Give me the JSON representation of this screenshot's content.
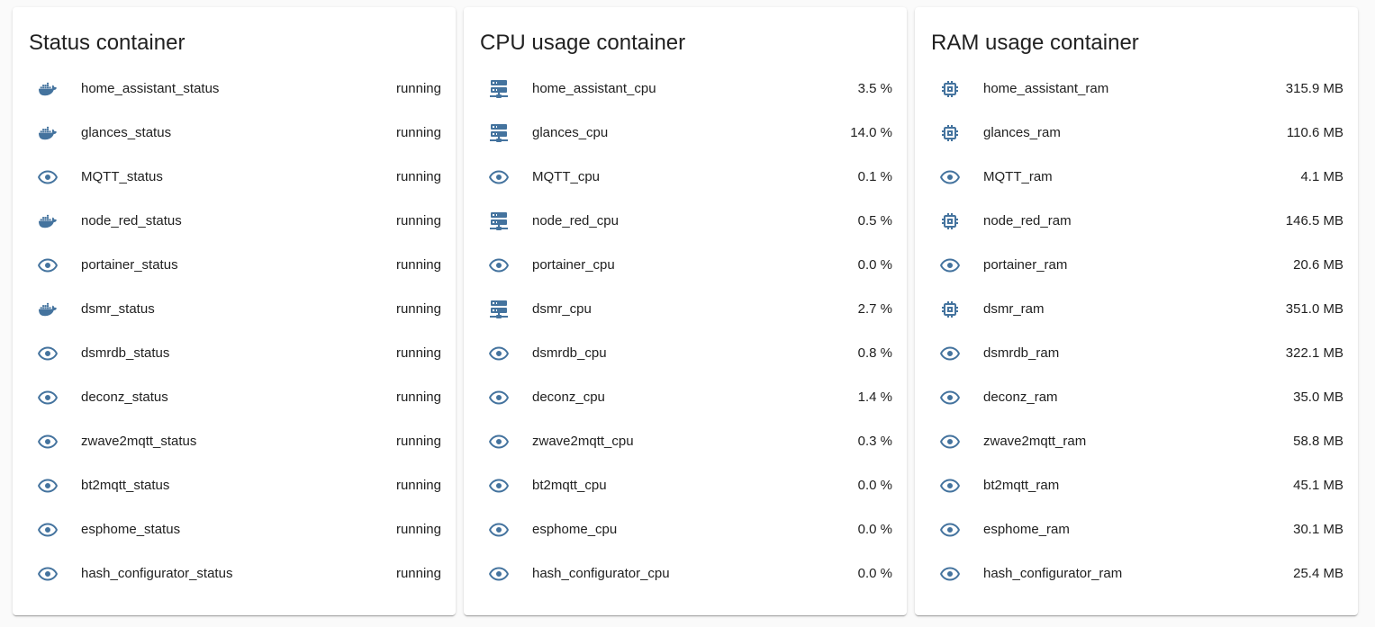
{
  "theme": {
    "page_background": "#fafafa",
    "card_background": "#ffffff",
    "icon_color": "#44739e",
    "text_color": "#212121"
  },
  "cards": [
    {
      "title": "Status container",
      "rows": [
        {
          "icon": "docker-icon",
          "name": "home_assistant_status",
          "value": "running"
        },
        {
          "icon": "docker-icon",
          "name": "glances_status",
          "value": "running"
        },
        {
          "icon": "eye-icon",
          "name": "MQTT_status",
          "value": "running"
        },
        {
          "icon": "docker-icon",
          "name": "node_red_status",
          "value": "running"
        },
        {
          "icon": "eye-icon",
          "name": "portainer_status",
          "value": "running"
        },
        {
          "icon": "docker-icon",
          "name": "dsmr_status",
          "value": "running"
        },
        {
          "icon": "eye-icon",
          "name": "dsmrdb_status",
          "value": "running"
        },
        {
          "icon": "eye-icon",
          "name": "deconz_status",
          "value": "running"
        },
        {
          "icon": "eye-icon",
          "name": "zwave2mqtt_status",
          "value": "running"
        },
        {
          "icon": "eye-icon",
          "name": "bt2mqtt_status",
          "value": "running"
        },
        {
          "icon": "eye-icon",
          "name": "esphome_status",
          "value": "running"
        },
        {
          "icon": "eye-icon",
          "name": "hash_configurator_status",
          "value": "running"
        }
      ]
    },
    {
      "title": "CPU usage container",
      "rows": [
        {
          "icon": "server-network-icon",
          "name": "home_assistant_cpu",
          "value": "3.5 %"
        },
        {
          "icon": "server-network-icon",
          "name": "glances_cpu",
          "value": "14.0 %"
        },
        {
          "icon": "eye-icon",
          "name": "MQTT_cpu",
          "value": "0.1 %"
        },
        {
          "icon": "server-network-icon",
          "name": "node_red_cpu",
          "value": "0.5 %"
        },
        {
          "icon": "eye-icon",
          "name": "portainer_cpu",
          "value": "0.0 %"
        },
        {
          "icon": "server-network-icon",
          "name": "dsmr_cpu",
          "value": "2.7 %"
        },
        {
          "icon": "eye-icon",
          "name": "dsmrdb_cpu",
          "value": "0.8 %"
        },
        {
          "icon": "eye-icon",
          "name": "deconz_cpu",
          "value": "1.4 %"
        },
        {
          "icon": "eye-icon",
          "name": "zwave2mqtt_cpu",
          "value": "0.3 %"
        },
        {
          "icon": "eye-icon",
          "name": "bt2mqtt_cpu",
          "value": "0.0 %"
        },
        {
          "icon": "eye-icon",
          "name": "esphome_cpu",
          "value": "0.0 %"
        },
        {
          "icon": "eye-icon",
          "name": "hash_configurator_cpu",
          "value": "0.0 %"
        }
      ]
    },
    {
      "title": "RAM usage container",
      "rows": [
        {
          "icon": "memory-icon",
          "name": "home_assistant_ram",
          "value": "315.9 MB"
        },
        {
          "icon": "memory-icon",
          "name": "glances_ram",
          "value": "110.6 MB"
        },
        {
          "icon": "eye-icon",
          "name": "MQTT_ram",
          "value": "4.1 MB"
        },
        {
          "icon": "memory-icon",
          "name": "node_red_ram",
          "value": "146.5 MB"
        },
        {
          "icon": "eye-icon",
          "name": "portainer_ram",
          "value": "20.6 MB"
        },
        {
          "icon": "memory-icon",
          "name": "dsmr_ram",
          "value": "351.0 MB"
        },
        {
          "icon": "eye-icon",
          "name": "dsmrdb_ram",
          "value": "322.1 MB"
        },
        {
          "icon": "eye-icon",
          "name": "deconz_ram",
          "value": "35.0 MB"
        },
        {
          "icon": "eye-icon",
          "name": "zwave2mqtt_ram",
          "value": "58.8 MB"
        },
        {
          "icon": "eye-icon",
          "name": "bt2mqtt_ram",
          "value": "45.1 MB"
        },
        {
          "icon": "eye-icon",
          "name": "esphome_ram",
          "value": "30.1 MB"
        },
        {
          "icon": "eye-icon",
          "name": "hash_configurator_ram",
          "value": "25.4 MB"
        }
      ]
    }
  ]
}
